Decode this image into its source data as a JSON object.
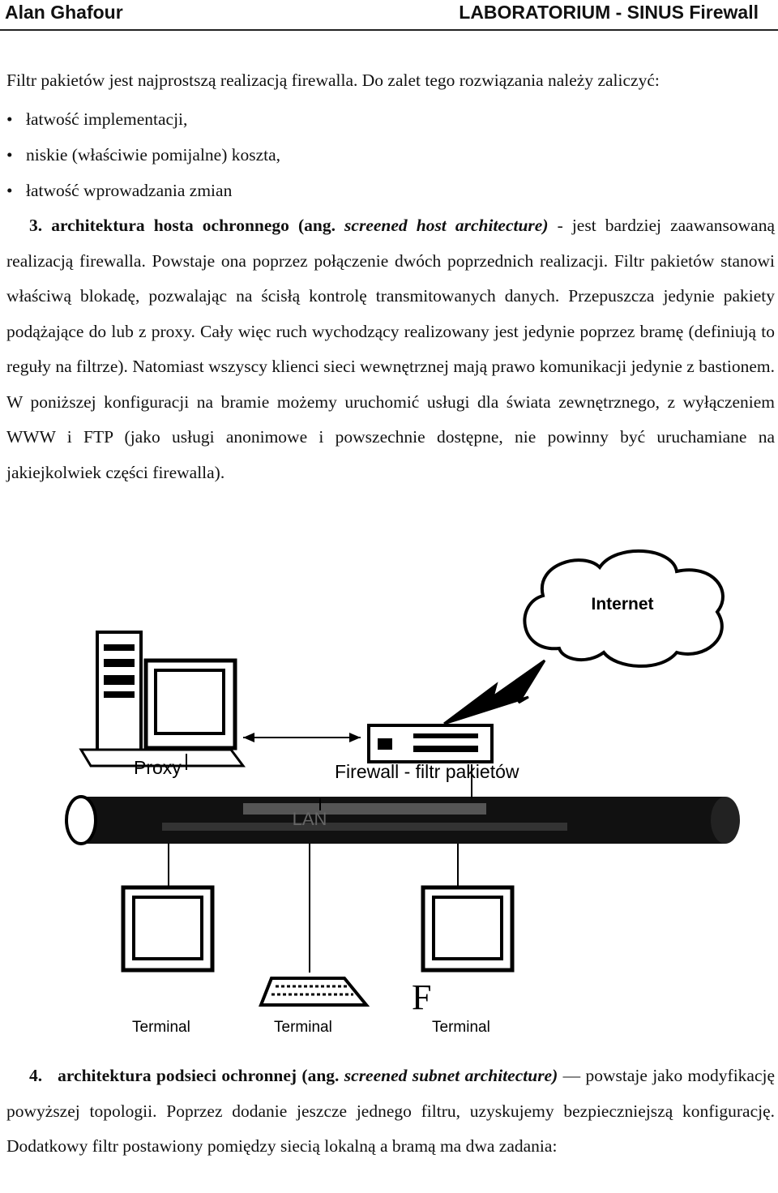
{
  "header": {
    "author": "Alan Ghafour",
    "title": "LABORATORIUM - SINUS Firewall"
  },
  "intro": "Filtr pakietów jest najprostszą realizacją firewalla. Do zalet tego rozwiązania należy zaliczyć:",
  "bullets": [
    "łatwość implementacji,",
    "niskie (właściwie pomijalne) koszta,",
    "łatwość wprowadzania zmian"
  ],
  "section3": {
    "number": "3.",
    "title": "architektura hosta ochronnego (ang.",
    "title_en": "screened host architecture)",
    "text": "- jest bardziej zaawansowaną realizacją firewalla. Powstaje ona poprzez połączenie dwóch poprzednich realizacji. Filtr pakietów stanowi właściwą blokadę, pozwalając na ścisłą kontrolę transmitowanych danych. Przepuszcza jedynie pakiety podążające do lub z proxy. Cały więc ruch wychodzący realizowany jest jedynie poprzez bramę (definiują to reguły na filtrze). Natomiast wszyscy klienci sieci wewnętrznej mają prawo komunikacji jedynie z bastionem. W poniższej konfiguracji na bramie możemy uruchomić usługi dla świata zewnętrznego, z wyłączeniem WWW i FTP (jako usługi anonimowe i powszechnie dostępne, nie powinny być uruchamiane na jakiejkolwiek części firewalla)."
  },
  "diagram": {
    "internet": "Internet",
    "proxy": "Proxy",
    "firewall": "Firewall - filtr pakietów",
    "lan": "LAN",
    "stray": "F",
    "terminals": [
      "Terminal",
      "Terminal",
      "Terminal"
    ]
  },
  "section4": {
    "number": "4.",
    "title": "architektura podsieci ochronnej (ang.",
    "title_en": "screened subnet architecture)",
    "text": "— powstaje jako modyfikację powyższej topologii. Poprzez dodanie jeszcze jednego filtru, uzyskujemy bezpieczniejszą konfigurację. Dodatkowy filtr postawiony pomiędzy siecią lokalną a bramą ma dwa zadania:"
  }
}
